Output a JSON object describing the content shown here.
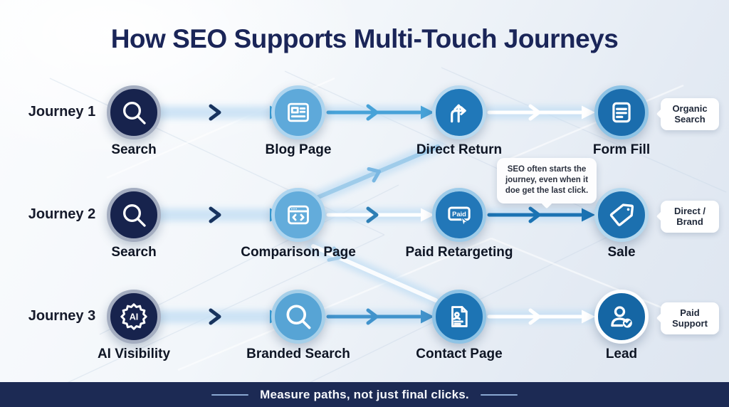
{
  "title": "How SEO Supports Multi-Touch Journeys",
  "journeys": [
    {
      "label": "Journey 1",
      "badge": "Organic Search",
      "steps": [
        {
          "label": "Search",
          "icon": "search-icon"
        },
        {
          "label": "Blog Page",
          "icon": "blog-page-icon"
        },
        {
          "label": "Direct Return",
          "icon": "direct-return-icon"
        },
        {
          "label": "Form Fill",
          "icon": "form-fill-icon"
        }
      ]
    },
    {
      "label": "Journey 2",
      "badge": "Direct / Brand",
      "steps": [
        {
          "label": "Search",
          "icon": "search-icon"
        },
        {
          "label": "Comparison Page",
          "icon": "comparison-page-icon"
        },
        {
          "label": "Paid Retargeting",
          "icon": "paid-retargeting-icon"
        },
        {
          "label": "Sale",
          "icon": "sale-tag-icon"
        }
      ]
    },
    {
      "label": "Journey 3",
      "badge": "Paid Support",
      "steps": [
        {
          "label": "AI Visibility",
          "icon": "ai-visibility-icon"
        },
        {
          "label": "Branded Search",
          "icon": "branded-search-icon"
        },
        {
          "label": "Contact Page",
          "icon": "contact-page-icon"
        },
        {
          "label": "Lead",
          "icon": "lead-icon"
        }
      ]
    }
  ],
  "tooltip": {
    "text": "SEO often starts the journey, even when it doe get the last click."
  },
  "footer": {
    "text": "Measure paths, not just final clicks."
  },
  "icons": {
    "paid_text": "Paid",
    "ai_text": "AI"
  },
  "colors": {
    "title_navy": "#1a2558",
    "node_navy": "#17234d",
    "node_light_blue": "#5ea9da",
    "node_medium_blue": "#2078b9",
    "node_deep_blue": "#1b6dad",
    "arrow_blue": "#47a2d8",
    "arrow_dark_blue": "#1b73b3",
    "arrow_white": "#ffffff",
    "footer_navy": "#1c2a54"
  }
}
